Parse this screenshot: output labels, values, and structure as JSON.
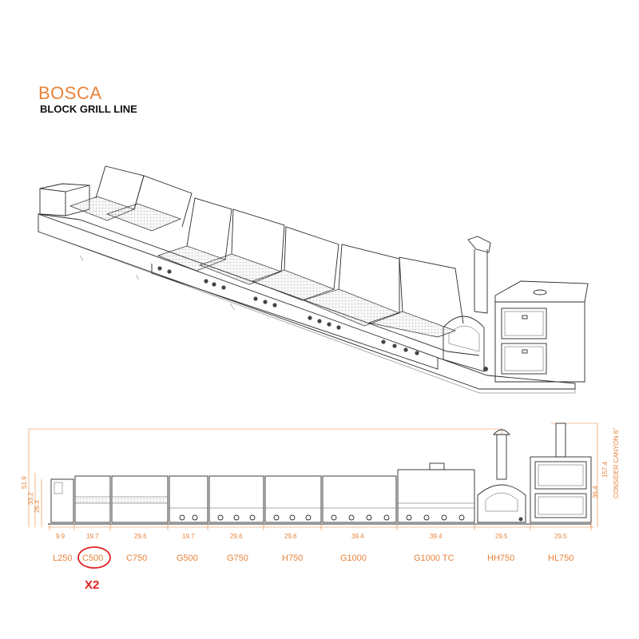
{
  "header": {
    "brand": "BOSCA",
    "subtitle": "BLOCK GRILL LINE"
  },
  "colors": {
    "accent": "#e8823a",
    "highlight": "#e02020",
    "line": "#2b2b2b"
  },
  "diagram": {
    "width_dimensions": [
      "9.9",
      "19.7",
      "29.6",
      "19.7",
      "29.6",
      "29.6",
      "39.4",
      "39.4",
      "29.5",
      "29.5"
    ],
    "height_dimensions_left": [
      "51.9",
      "33.2",
      "26.3"
    ],
    "height_dimensions_right": [
      "157.4",
      "36.4"
    ],
    "note": "CONSIDER CANYON 6\"",
    "modules": [
      "L250",
      "C500",
      "C750",
      "G500",
      "G750",
      "H750",
      "G1000",
      "G1000 TC",
      "HH750",
      "HL750"
    ],
    "highlighted_module": "C500",
    "multiplier": "X2"
  }
}
